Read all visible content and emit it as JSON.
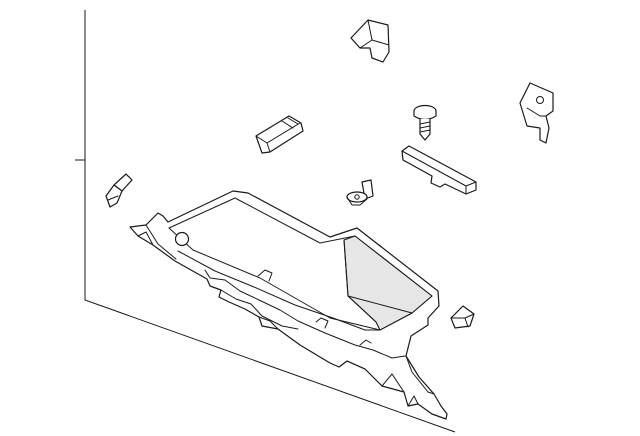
{
  "diagram": {
    "parts": [
      {
        "id": "glove-box-assembly",
        "icon": "glove-box"
      },
      {
        "id": "upper-clip",
        "icon": "clip"
      },
      {
        "id": "screw",
        "icon": "screw"
      },
      {
        "id": "bracket",
        "icon": "bracket"
      },
      {
        "id": "damper",
        "icon": "damper"
      },
      {
        "id": "strip",
        "icon": "strip"
      },
      {
        "id": "left-pin",
        "icon": "pin"
      },
      {
        "id": "center-pin",
        "icon": "pin"
      },
      {
        "id": "small-clip",
        "icon": "clip"
      }
    ],
    "colors": {
      "line": "#1a1a1a",
      "fill": "#ffffff",
      "shade": "#e6e6e6"
    }
  }
}
